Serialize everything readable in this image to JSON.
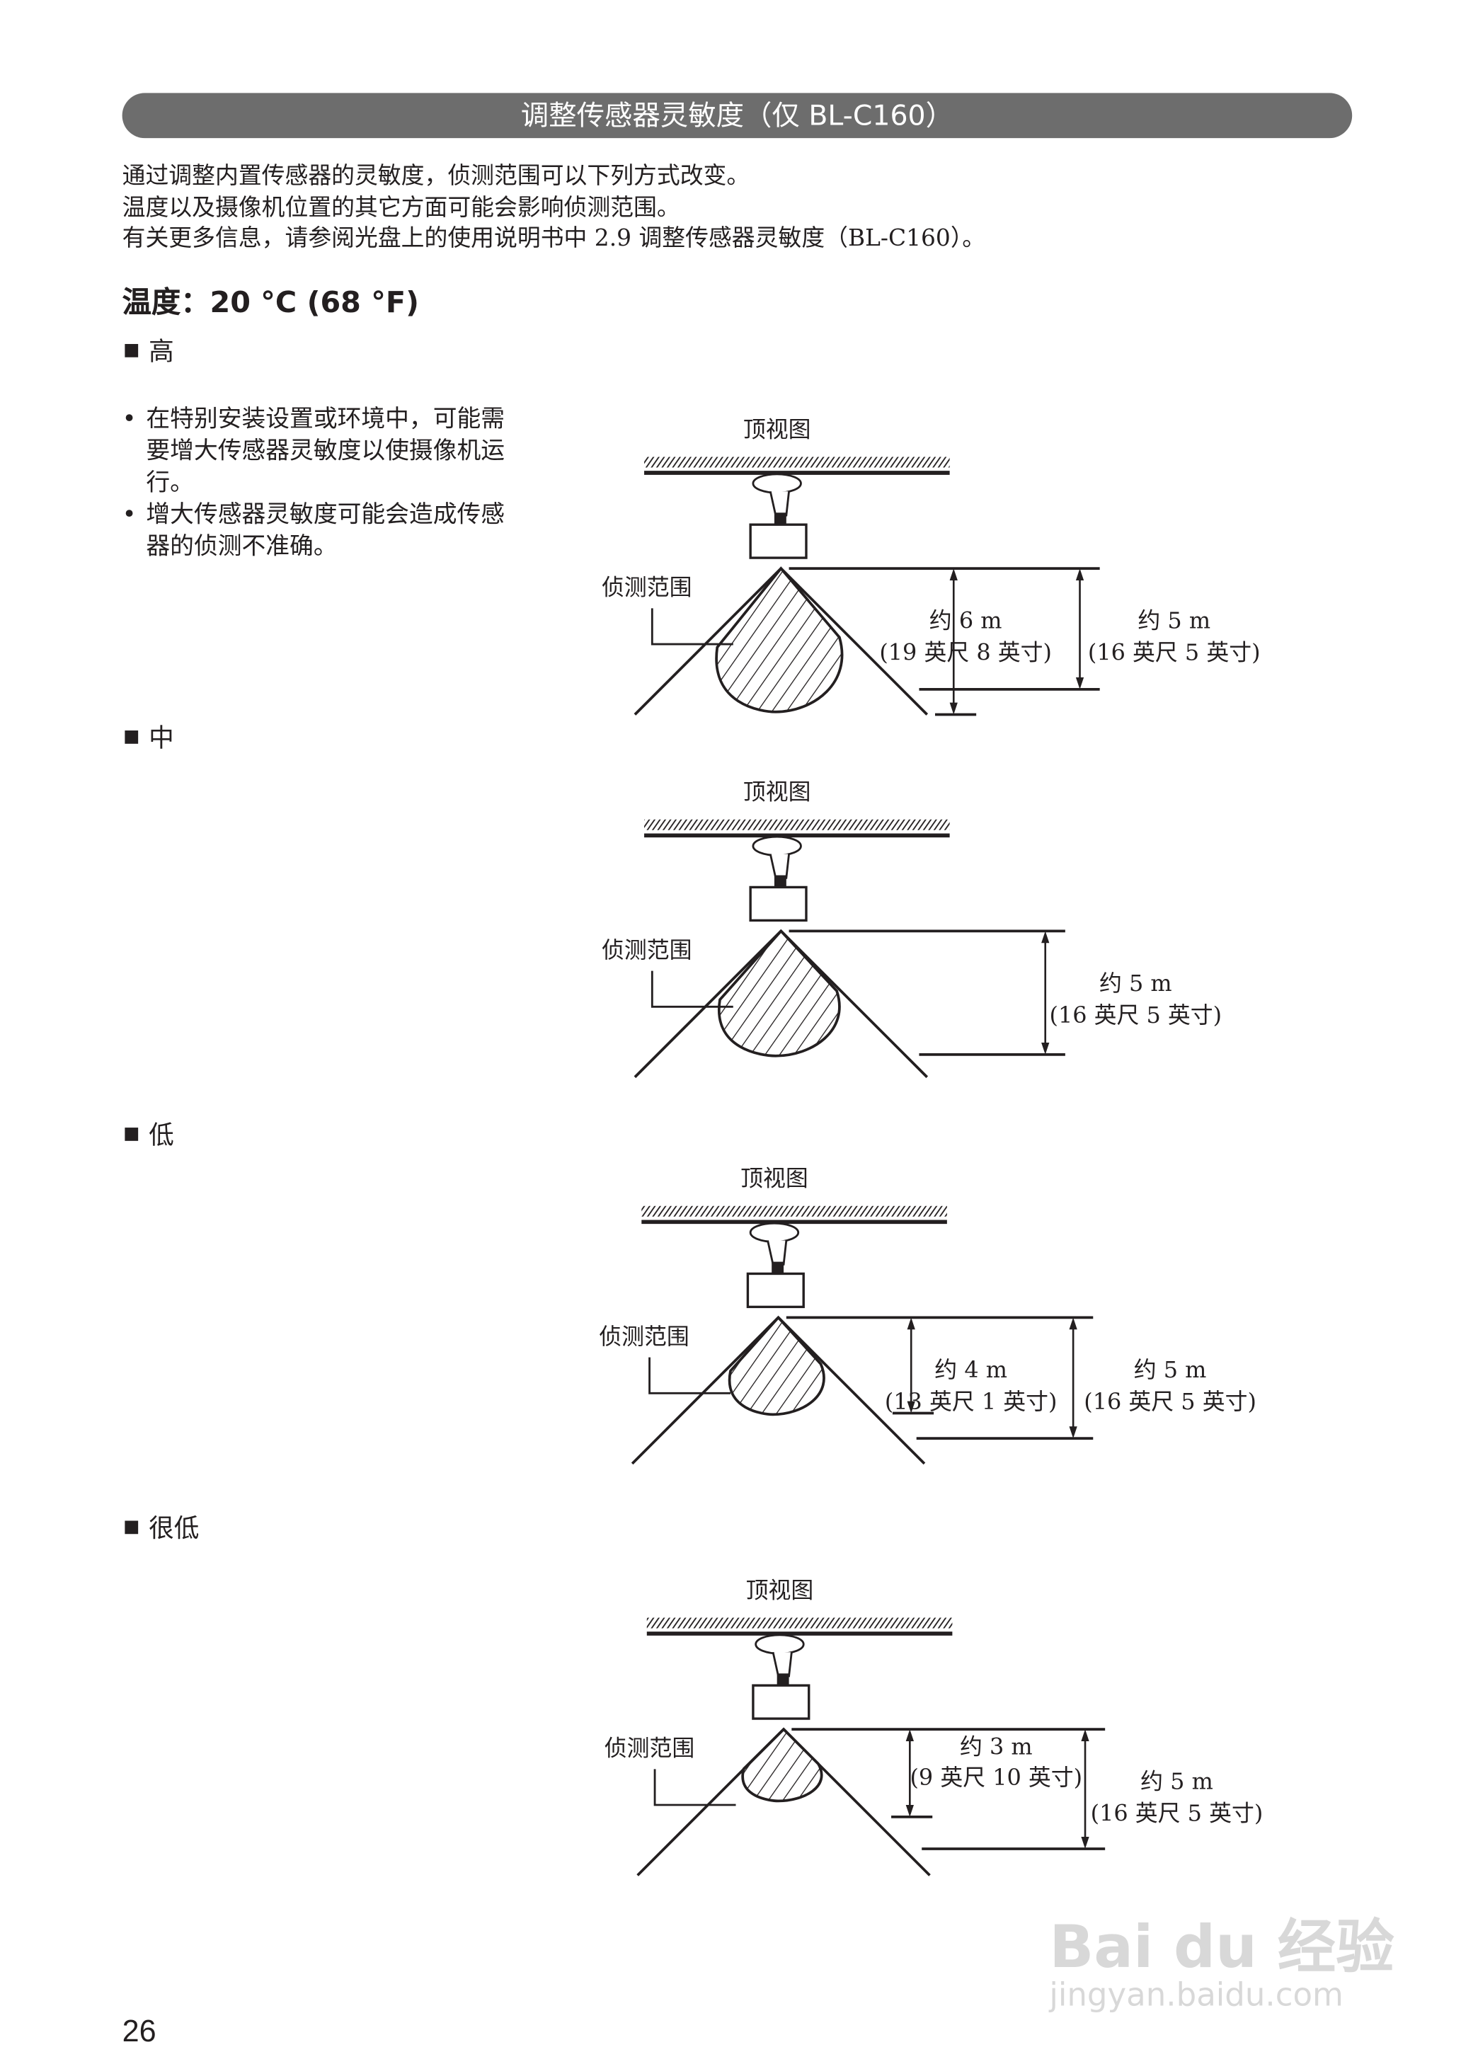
{
  "header": {
    "title": "调整传感器灵敏度（仅 BL-C160）"
  },
  "intro": [
    "通过调整内置传感器的灵敏度，侦测范围可以下列方式改变。",
    "温度以及摄像机位置的其它方面可能会影响侦测范围。",
    "有关更多信息，请参阅光盘上的使用说明书中 2.9 调整传感器灵敏度（BL-C160）。"
  ],
  "temperature_heading": "温度：20 °C (68 °F)",
  "notes": [
    "在特别安装设置或环境中，可能需要增大传感器灵敏度以使摄像机运行。",
    "增大传感器灵敏度可能会造成传感器的侦测不准确。"
  ],
  "levels": [
    {
      "label": "高",
      "top_view": "顶视图",
      "range_label": "侦测范围",
      "detect_distance": "约 6 m",
      "detect_distance_imperial": "(19 英尺 8 英寸)",
      "height": "约 5 m",
      "height_imperial": "(16 英尺 5 英寸)"
    },
    {
      "label": "中",
      "top_view": "顶视图",
      "range_label": "侦测范围",
      "height": "约 5 m",
      "height_imperial": "(16 英尺 5 英寸)"
    },
    {
      "label": "低",
      "top_view": "顶视图",
      "range_label": "侦测范围",
      "detect_distance": "约 4 m",
      "detect_distance_imperial": "(13 英尺 1 英寸)",
      "height": "约 5 m",
      "height_imperial": "(16 英尺 5 英寸)"
    },
    {
      "label": "很低",
      "top_view": "顶视图",
      "range_label": "侦测范围",
      "detect_distance": "约 3 m",
      "detect_distance_imperial": "(9 英尺 10 英寸)",
      "height": "约 5 m",
      "height_imperial": "(16 英尺 5 英寸)"
    }
  ],
  "page_number": "26",
  "watermark": {
    "brand": "Bai du 经验",
    "url": "jingyan.baidu.com"
  }
}
